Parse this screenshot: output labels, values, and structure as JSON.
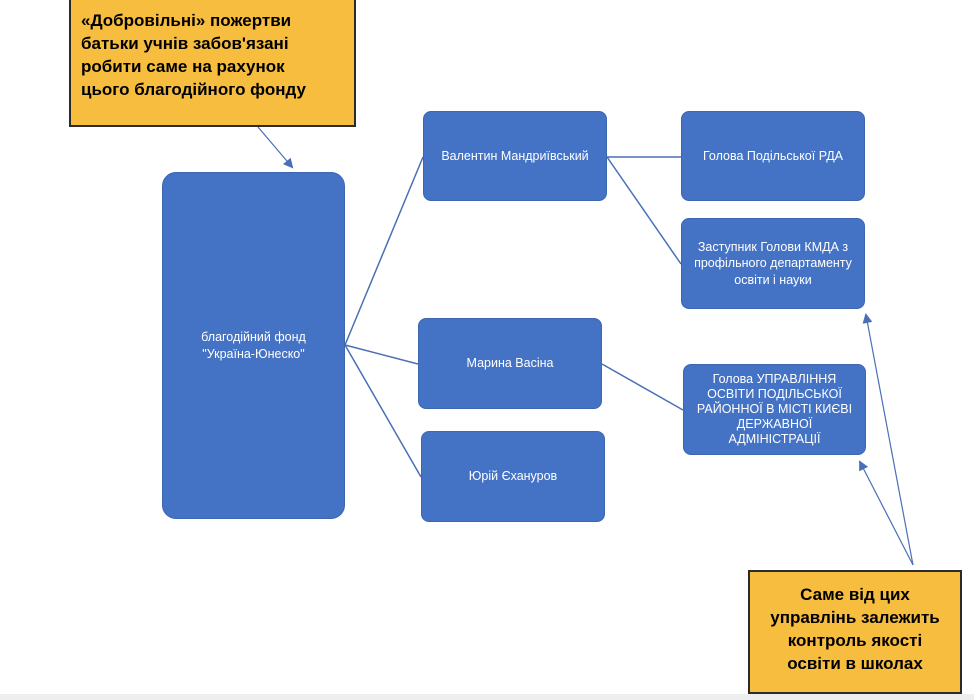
{
  "diagram": {
    "nodes": {
      "fund": {
        "label": "благодійний фонд\n\"Україна-Юнеско\""
      },
      "mandriyivskyi": {
        "label": "Валентин Мандриївський"
      },
      "vasina": {
        "label": "Марина Васіна"
      },
      "yekhanurov": {
        "label": "Юрій Єхануров"
      },
      "head_podilska_rda": {
        "label": "Голова Подільської РДА"
      },
      "deputy_kmda": {
        "label": "Заступник Голови КМДА з\nпрофільного департаменту\nосвіти і науки"
      },
      "head_education_dept": {
        "label": "Голова УПРАВЛІННЯ\nОСВІТИ ПОДІЛЬСЬКОЇ\nРАЙОННОЇ В МІСТІ КИЄВІ\nДЕРЖАВНОЇ\nАДМІНІСТРАЦІЇ"
      }
    },
    "connections": [
      [
        "fund",
        "mandriyivskyi"
      ],
      [
        "fund",
        "vasina"
      ],
      [
        "fund",
        "yekhanurov"
      ],
      [
        "mandriyivskyi",
        "head_podilska_rda"
      ],
      [
        "mandriyivskyi",
        "deputy_kmda"
      ],
      [
        "vasina",
        "head_education_dept"
      ]
    ],
    "callouts": {
      "top": {
        "text": "«Добровільні» пожертви\nбатьки учнів забов'язані\nробити саме на рахунок\nцього благодійного фонду"
      },
      "bottom": {
        "text": "Саме від цих\nуправлінь залежить\nконтроль якості\nосвіти в школах"
      }
    }
  },
  "colors": {
    "node_fill": "#4472c4",
    "node_text": "#ffffff",
    "connector": "#4a6fb5",
    "callout_fill": "#f6bd3e",
    "callout_border": "#2b2b2b"
  }
}
